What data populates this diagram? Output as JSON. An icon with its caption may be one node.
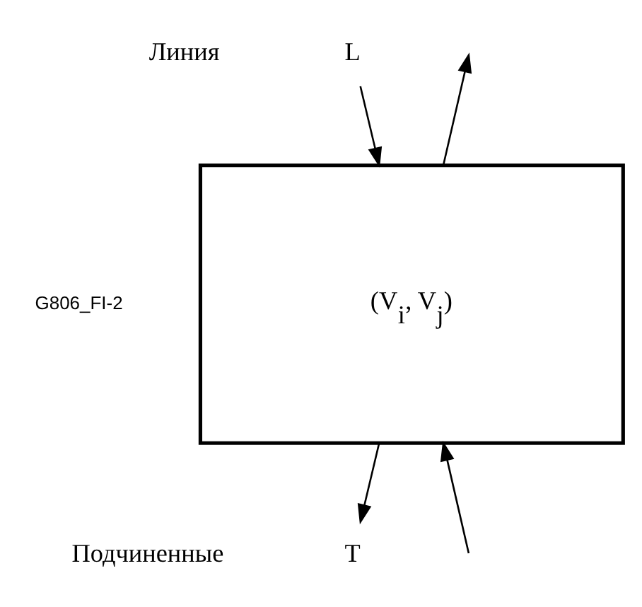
{
  "diagram": {
    "nodes": [
      {
        "text": [
          "L"
        ]
      },
      {
        "text": [
          "(V$_{i}$, V$_{j}$)"
        ]
      },
      {
        "text": [
          "T"
        ]
      }
    ],
    "edges": [
      {
        "from": 1,
        "to": null,
        "arrow": "to"
      },
      {
        "from": 0,
        "to": 1,
        "arrow": "to"
      },
      {
        "from": null,
        "to": 1,
        "arrow": "to"
      },
      {
        "from": 1,
        "to": 2,
        "arrow": "to"
      }
    ],
    "labels": [
      "Линия",
      "Подчиненные",
      "G806_FI-2"
    ]
  }
}
